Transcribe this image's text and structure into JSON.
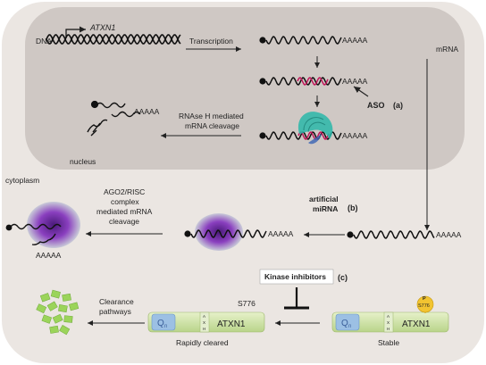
{
  "labels": {
    "dna": "DNA",
    "gene": "ATXN1",
    "transcription": "Transcription",
    "mrna": "mRNA",
    "polyA": "AAAAA",
    "aso": "ASO",
    "aso_tag": "(a)",
    "rnase_line1": "RNAse H mediated",
    "rnase_line2": "mRNA cleavage",
    "nucleus": "nucleus",
    "cytoplasm": "cytoplasm",
    "ago_line1": "AGO2/RISC",
    "ago_line2": "complex",
    "ago_line3": "mediated mRNA",
    "ago_line4": "cleavage",
    "mirna_line1": "artificial",
    "mirna_line2": "miRNA",
    "mirna_tag": "(b)",
    "kinase": "Kinase inhibitors",
    "kinase_tag": "(c)",
    "clearance_line1": "Clearance",
    "clearance_line2": "pathways",
    "s776": "S776",
    "protein_name": "ATXN1",
    "protein_q": "Q",
    "protein_q_sub": "n",
    "axh": "A X H",
    "rapidly_cleared": "Rapidly cleared",
    "stable": "Stable",
    "phospho_p": "P",
    "phospho_site": "S776"
  },
  "colors": {
    "nucleus_fill": "#cfc8c4",
    "cell_fill": "#ebe6e2",
    "rna": "#111111",
    "aso_strand": "#c2185b",
    "rnase": "#2ab7a9",
    "risc_outer": "#c9cbd8",
    "risc_inner": "#7b2fa8",
    "protein_body": "#cfe3a6",
    "protein_q": "#7aa7d6",
    "phospho": "#f2c431",
    "aggregate": "#9bd45a"
  }
}
